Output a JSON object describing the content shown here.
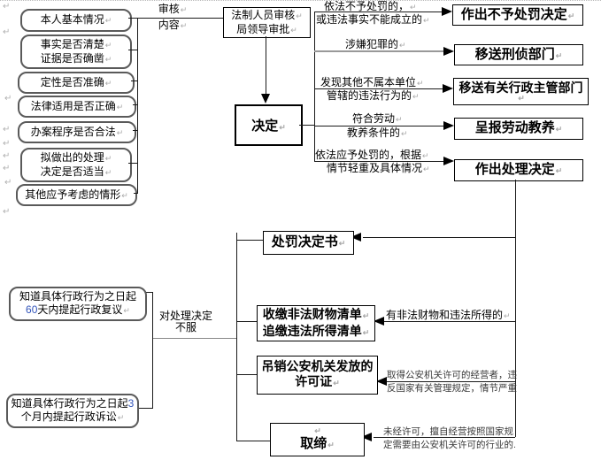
{
  "marks": {
    "pilcrow": "↵"
  },
  "colors": {
    "accent_blue": "#3355bb",
    "gray_line": "#999999"
  },
  "review_content": {
    "label_top": "审核",
    "label_bottom": "内容",
    "items": [
      {
        "l1": "本人基本情况"
      },
      {
        "l1": "事实是否清楚",
        "l2": "证据是否确凿"
      },
      {
        "l1": "定性是否准确"
      },
      {
        "l1": "法律适用是否正确"
      },
      {
        "l1": "办案程序是否合法"
      },
      {
        "l1": "拟做出的处理",
        "l2": "决定是否适当"
      },
      {
        "l1": "其他应予考虑的情形"
      }
    ]
  },
  "approval_box": {
    "l1": "法制人员审核",
    "l2": "局领导审批"
  },
  "decision_box": {
    "label": "决定"
  },
  "branches": [
    {
      "l1": "依法不予处罚的，",
      "l2": "或违法事实不能成立的",
      "result": "作出不予处罚决定"
    },
    {
      "l1": "涉嫌犯罪的",
      "result": "移送刑侦部门"
    },
    {
      "l1": "发现其他不属本单位",
      "l2": "管辖的违法行为的",
      "result": "移送有关行政主管部门"
    },
    {
      "l1": "符合劳动",
      "l2": "教养条件的",
      "result": "呈报劳动教养"
    },
    {
      "l1": "依法应予处罚的，根据",
      "l2": "情节轻重及具体情况",
      "result": "作出处理决定"
    }
  ],
  "outcomes": {
    "penalty_doc": "处罚决定书",
    "confiscate": {
      "l1": "收缴非法财物清单",
      "l2": "追缴违法所得清单",
      "cond": "有非法财物和违法所得的"
    },
    "revoke": {
      "l1": "吊销公安机关发放的",
      "l2": "许可证",
      "cond_l1": "取得公安机关许可的经营者，违",
      "cond_l2": "反国家有关管理规定，情节严重"
    },
    "ban": {
      "label": "取缔",
      "cond_l1": "未经许可，擅自经营按照国家规",
      "cond_l2": "定需要由公安机关许可的行业的."
    }
  },
  "appeal": {
    "dissatisfied_l1": "对处理决定",
    "dissatisfied_l2": "不服",
    "reconsideration": {
      "l1": "知道具体行政行为之日起",
      "l2_num": "60",
      "l2_rest": " 天内提起行政复议"
    },
    "litigation": {
      "l1_pre": "知道具体行政行为之日起 ",
      "l1_num": "3",
      "l2": "个月内提起行政诉讼"
    }
  }
}
